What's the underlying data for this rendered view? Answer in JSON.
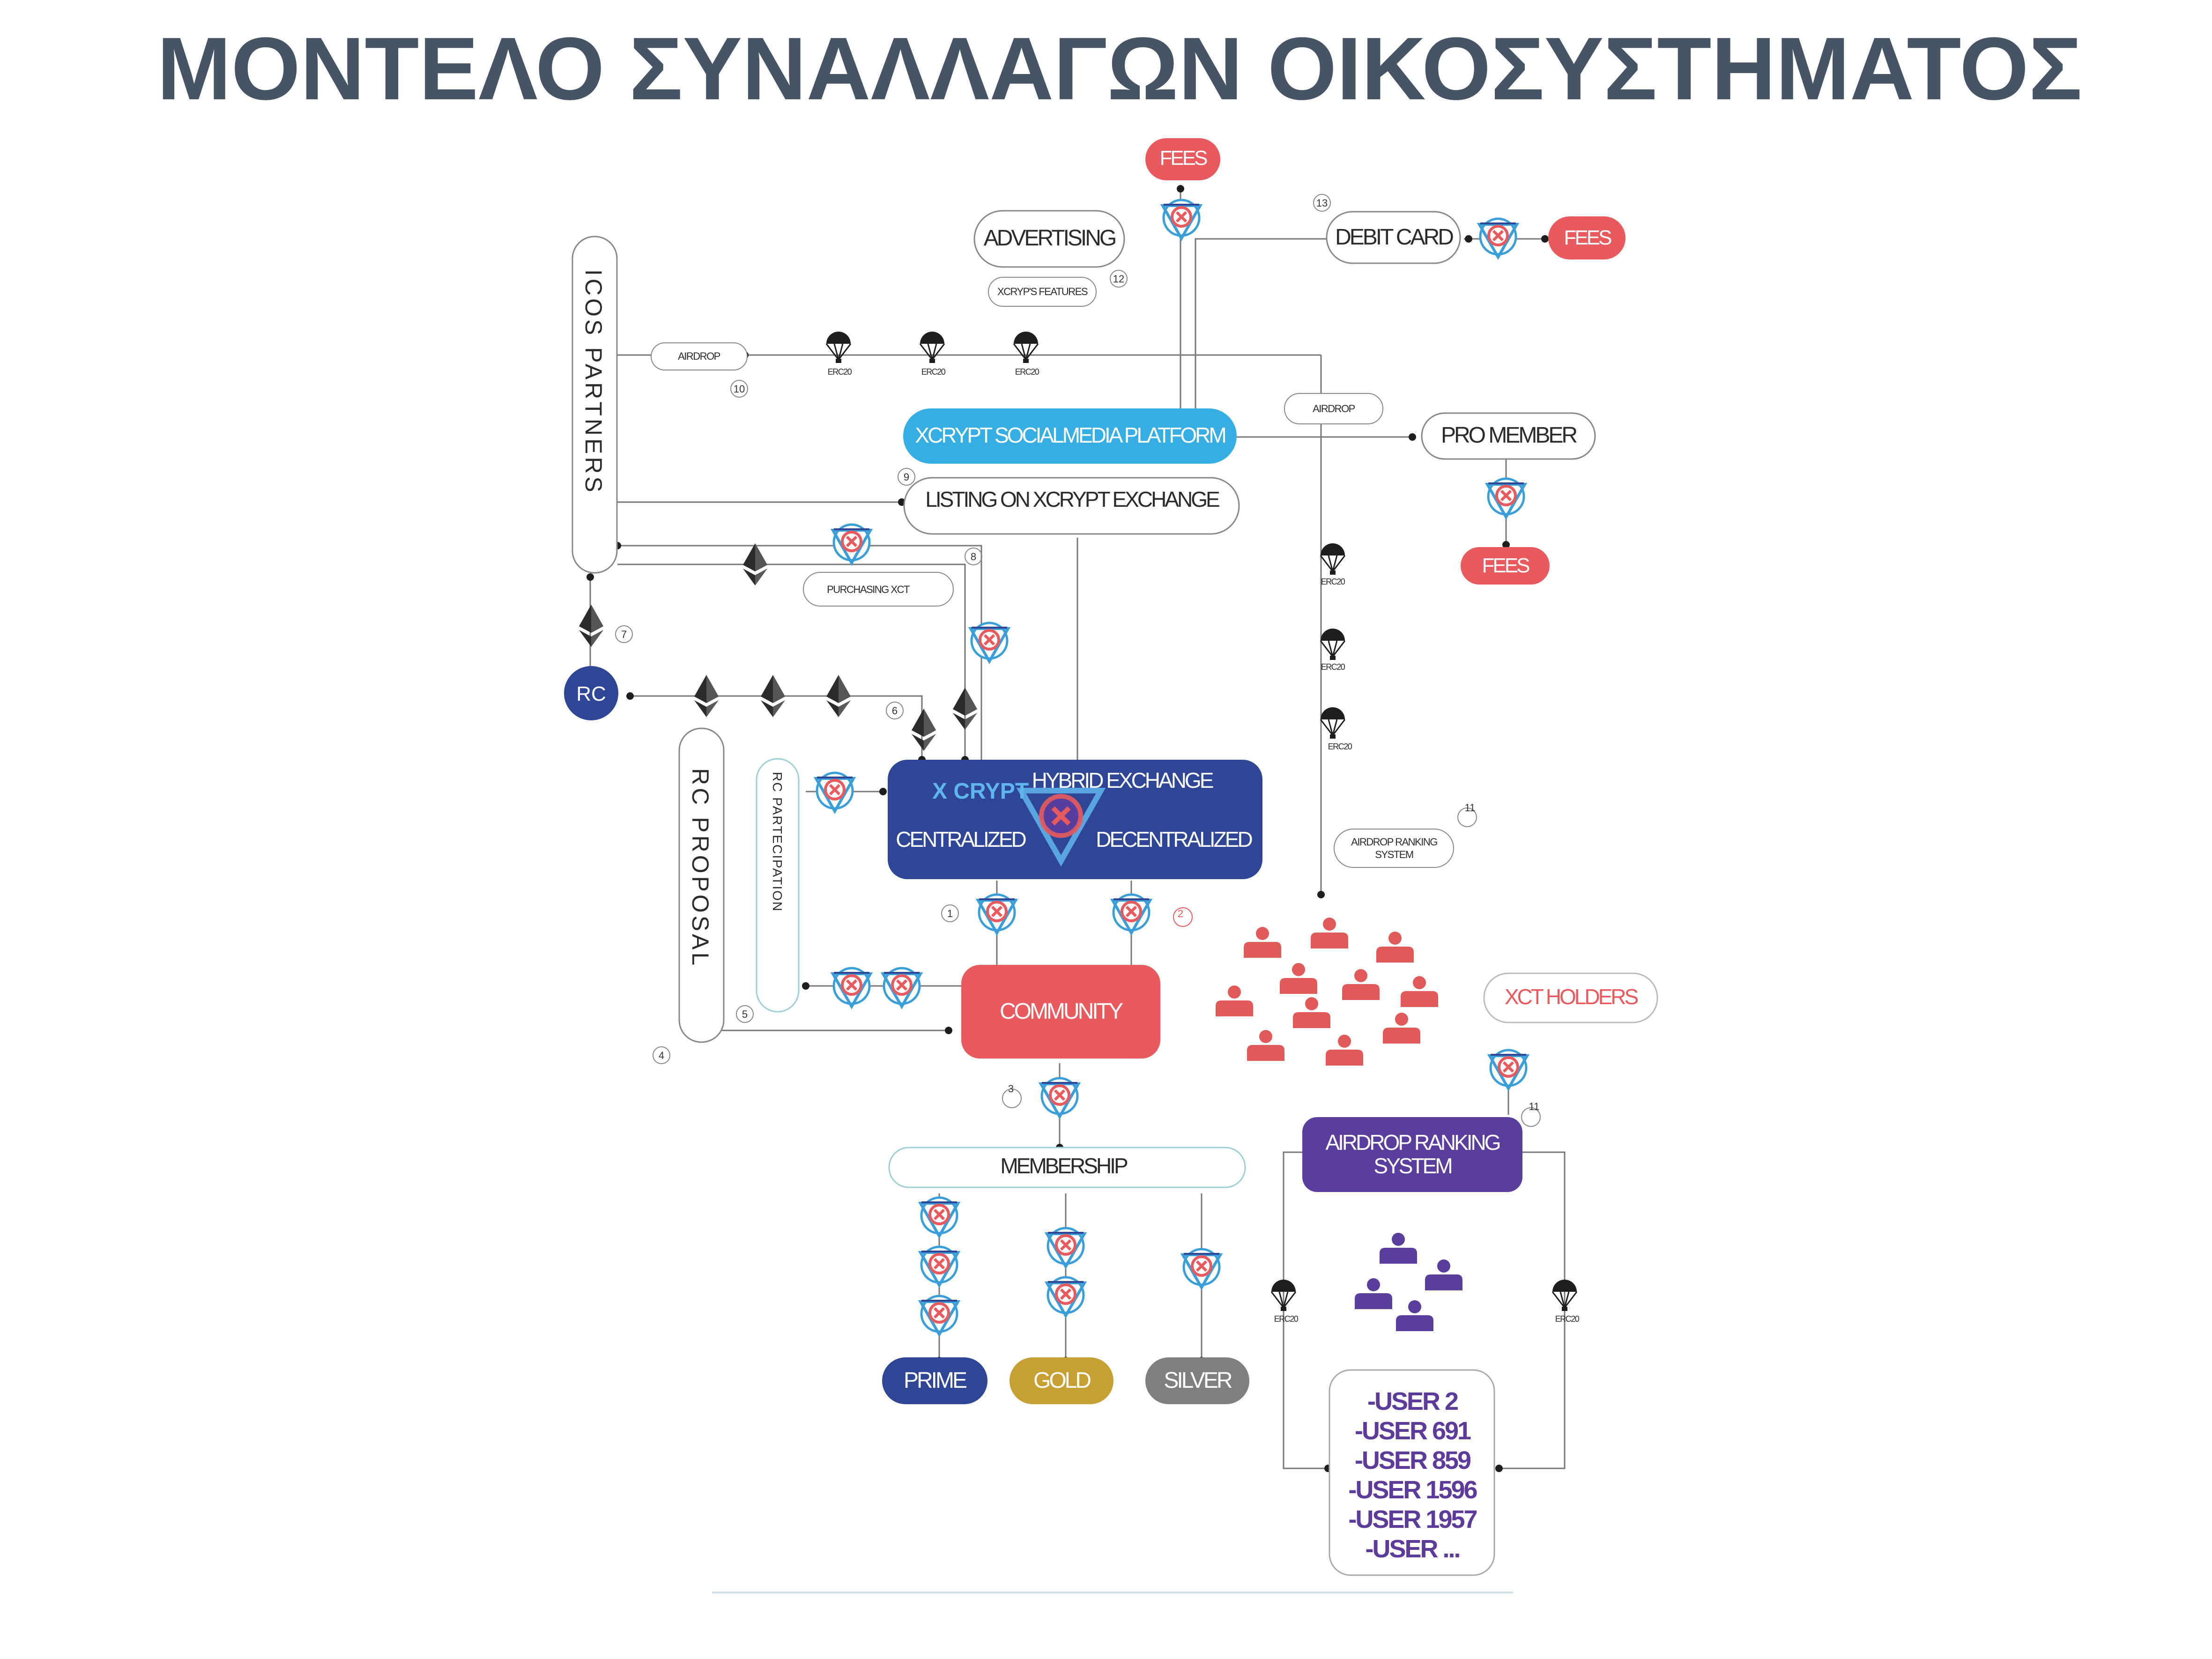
{
  "title": "ΜΟΝΤΕΛΟ ΣΥΝΑΛΛΑΓΩΝ ΟΙΚΟΣΥΣΤΗΜΑΤΟΣ",
  "colors": {
    "title": "#465466",
    "fees": "#e85a5e",
    "community": "#e85a5e",
    "exchange": "#2e4695",
    "social": "#37aee3",
    "airdrop_ranking": "#5a3e9e",
    "prime": "#2e4695",
    "gold": "#c7a034",
    "silver": "#7f7f7f",
    "people_red": "#e05a5a",
    "people_purple": "#5a3e9e"
  },
  "icons": [
    "xcrypt-token-icon",
    "ethereum-icon",
    "airdrop-parachute-icon",
    "person-icon"
  ],
  "nodes": {
    "fees_top": "FEES",
    "fees_right": "FEES",
    "fees_pro": "FEES",
    "advertising": "ADVERTISING",
    "xcrypt_features": "XCRYP'S FEATURES",
    "debit_card": "DEBIT CARD",
    "icos_partners": "ICOS PARTNERS",
    "airdrop": "AIRDROP",
    "airdrop_right": "AIRDROP",
    "social_platform": "XCRYPT SOCIALMEDIA PLATFORM",
    "pro_member": "PRO MEMBER",
    "listing": "LISTING ON XCRYPT EXCHANGE",
    "purchasing": "PURCHASING XCT",
    "rc": "RC",
    "rc_proposal": "RC PROPOSAL",
    "rc_partecipation": "RC PARTECIPATION",
    "community": "COMMUNITY",
    "membership": "MEMBERSHIP",
    "prime": "PRIME",
    "gold": "GOLD",
    "silver": "SILVER",
    "airdrop_ranking_small": [
      "AIRDROP RANKING",
      "SYSTEM"
    ],
    "airdrop_ranking": [
      "AIRDROP RANKING",
      "SYSTEM"
    ],
    "xct_holders": "XCT HOLDERS",
    "erc20": "ERC20"
  },
  "exchange": {
    "logo": "X CRYPT",
    "hybrid": "HYBRID EXCHANGE",
    "centralized": "CENTRALIZED",
    "decentralized": "DECENTRALIZED"
  },
  "users": [
    "-USER 2",
    "-USER 691",
    "-USER 859",
    "-USER 1596",
    "-USER 1957",
    "-USER ..."
  ],
  "numbers": [
    "1",
    "2",
    "3",
    "4",
    "5",
    "6",
    "7",
    "8",
    "9",
    "10",
    "11",
    "11",
    "12",
    "13"
  ]
}
